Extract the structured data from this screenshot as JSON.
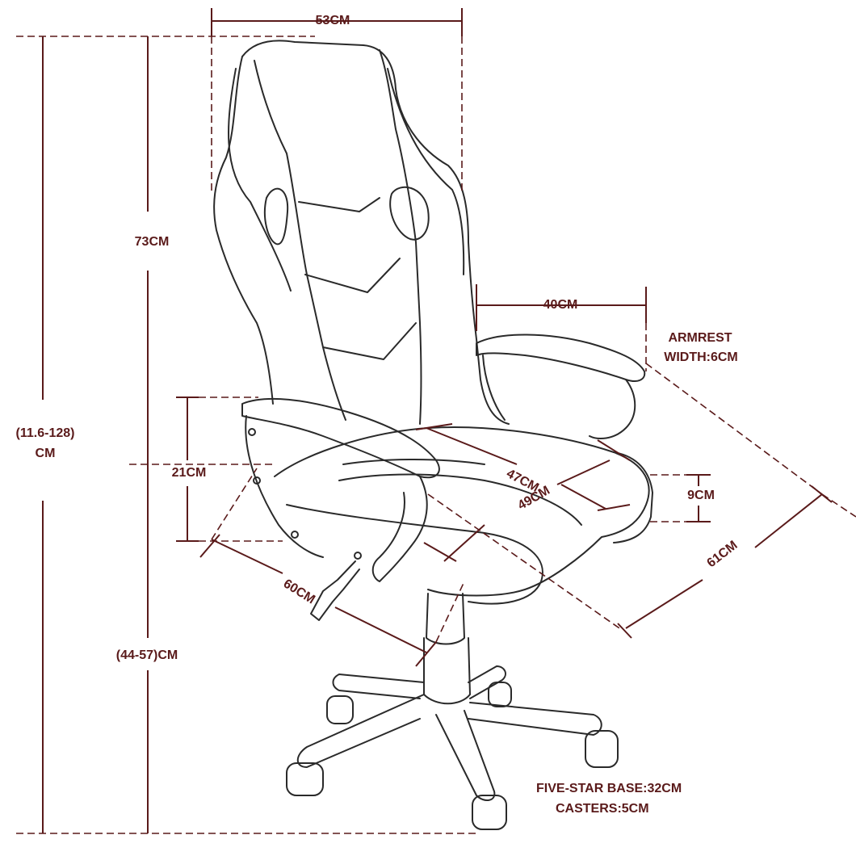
{
  "dimensions": {
    "backrest_width": "53CM",
    "backrest_height": "73CM",
    "total_height_line1": "(11.6-128)",
    "total_height_line2": "CM",
    "seat_to_floor": "(44-57)CM",
    "armrest_height": "21CM",
    "seat_width": "40CM",
    "armrest_width_line1": "ARMREST",
    "armrest_width_line2": "WIDTH:6CM",
    "seat_depth_a": "47CM",
    "seat_depth_b": "49CM",
    "cushion_thickness": "9CM",
    "overall_depth": "60CM",
    "overall_width": "61CM",
    "base_line": "FIVE-STAR BASE:32CM",
    "casters_line": "CASTERS:5CM"
  },
  "colors": {
    "annotation": "#5a1a1a",
    "drawing": "#2a2a2a",
    "background": "#ffffff"
  }
}
